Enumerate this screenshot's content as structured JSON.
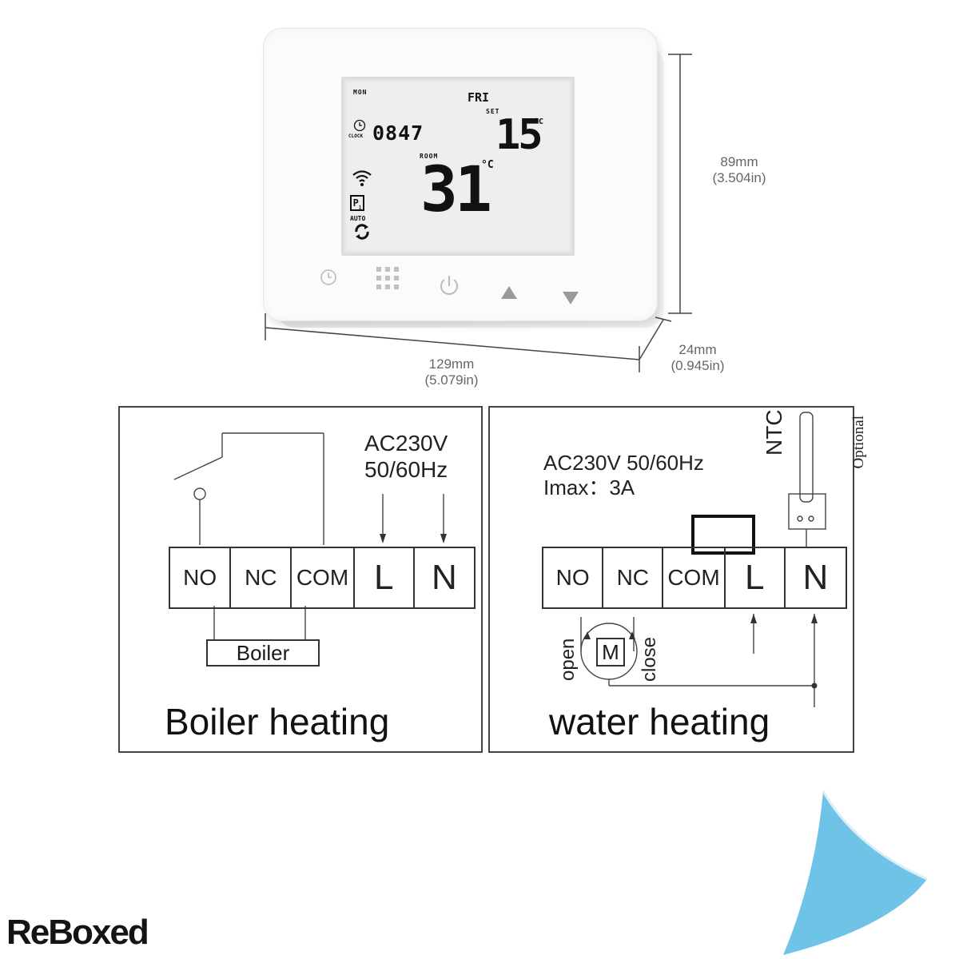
{
  "thermostat": {
    "lcd": {
      "day_left": "MON",
      "day_right": "FRI",
      "set_label": "SET",
      "set_temp": "15",
      "set_unit": "°C",
      "clock_label": "CLOCK",
      "clock_time": "0847",
      "room_label": "ROOM",
      "room_temp": "31",
      "room_unit": "°C",
      "program_badge": "P",
      "program_sub": "1",
      "auto_label": "AUTO"
    },
    "buttons": [
      "clock-icon",
      "menu-grid-icon",
      "power-icon",
      "arrow-up-icon",
      "arrow-down-icon"
    ],
    "dimensions": {
      "height_mm": "89mm",
      "height_in": "(3.504in)",
      "width_mm": "129mm",
      "width_in": "(5.079in)",
      "depth_mm": "24mm",
      "depth_in": "(0.945in)"
    }
  },
  "boiler_panel": {
    "supply_line1": "AC230V",
    "supply_line2": "50/60Hz",
    "terminals": [
      "NO",
      "NC",
      "COM",
      "L",
      "N"
    ],
    "load_label": "Boiler",
    "caption": "Boiler heating"
  },
  "water_panel": {
    "supply_line1": "AC230V 50/60Hz",
    "supply_line2": "Imax：3A",
    "sensor_label": "NTC",
    "sensor_note": "Optional",
    "terminals": [
      "NO",
      "NC",
      "COM",
      "L",
      "N"
    ],
    "motor_label": "M",
    "open_label": "open",
    "close_label": "close",
    "caption": "water heating"
  },
  "branding": {
    "logo_text": "ReBoxed",
    "corner_color": "#6ec3e6"
  }
}
